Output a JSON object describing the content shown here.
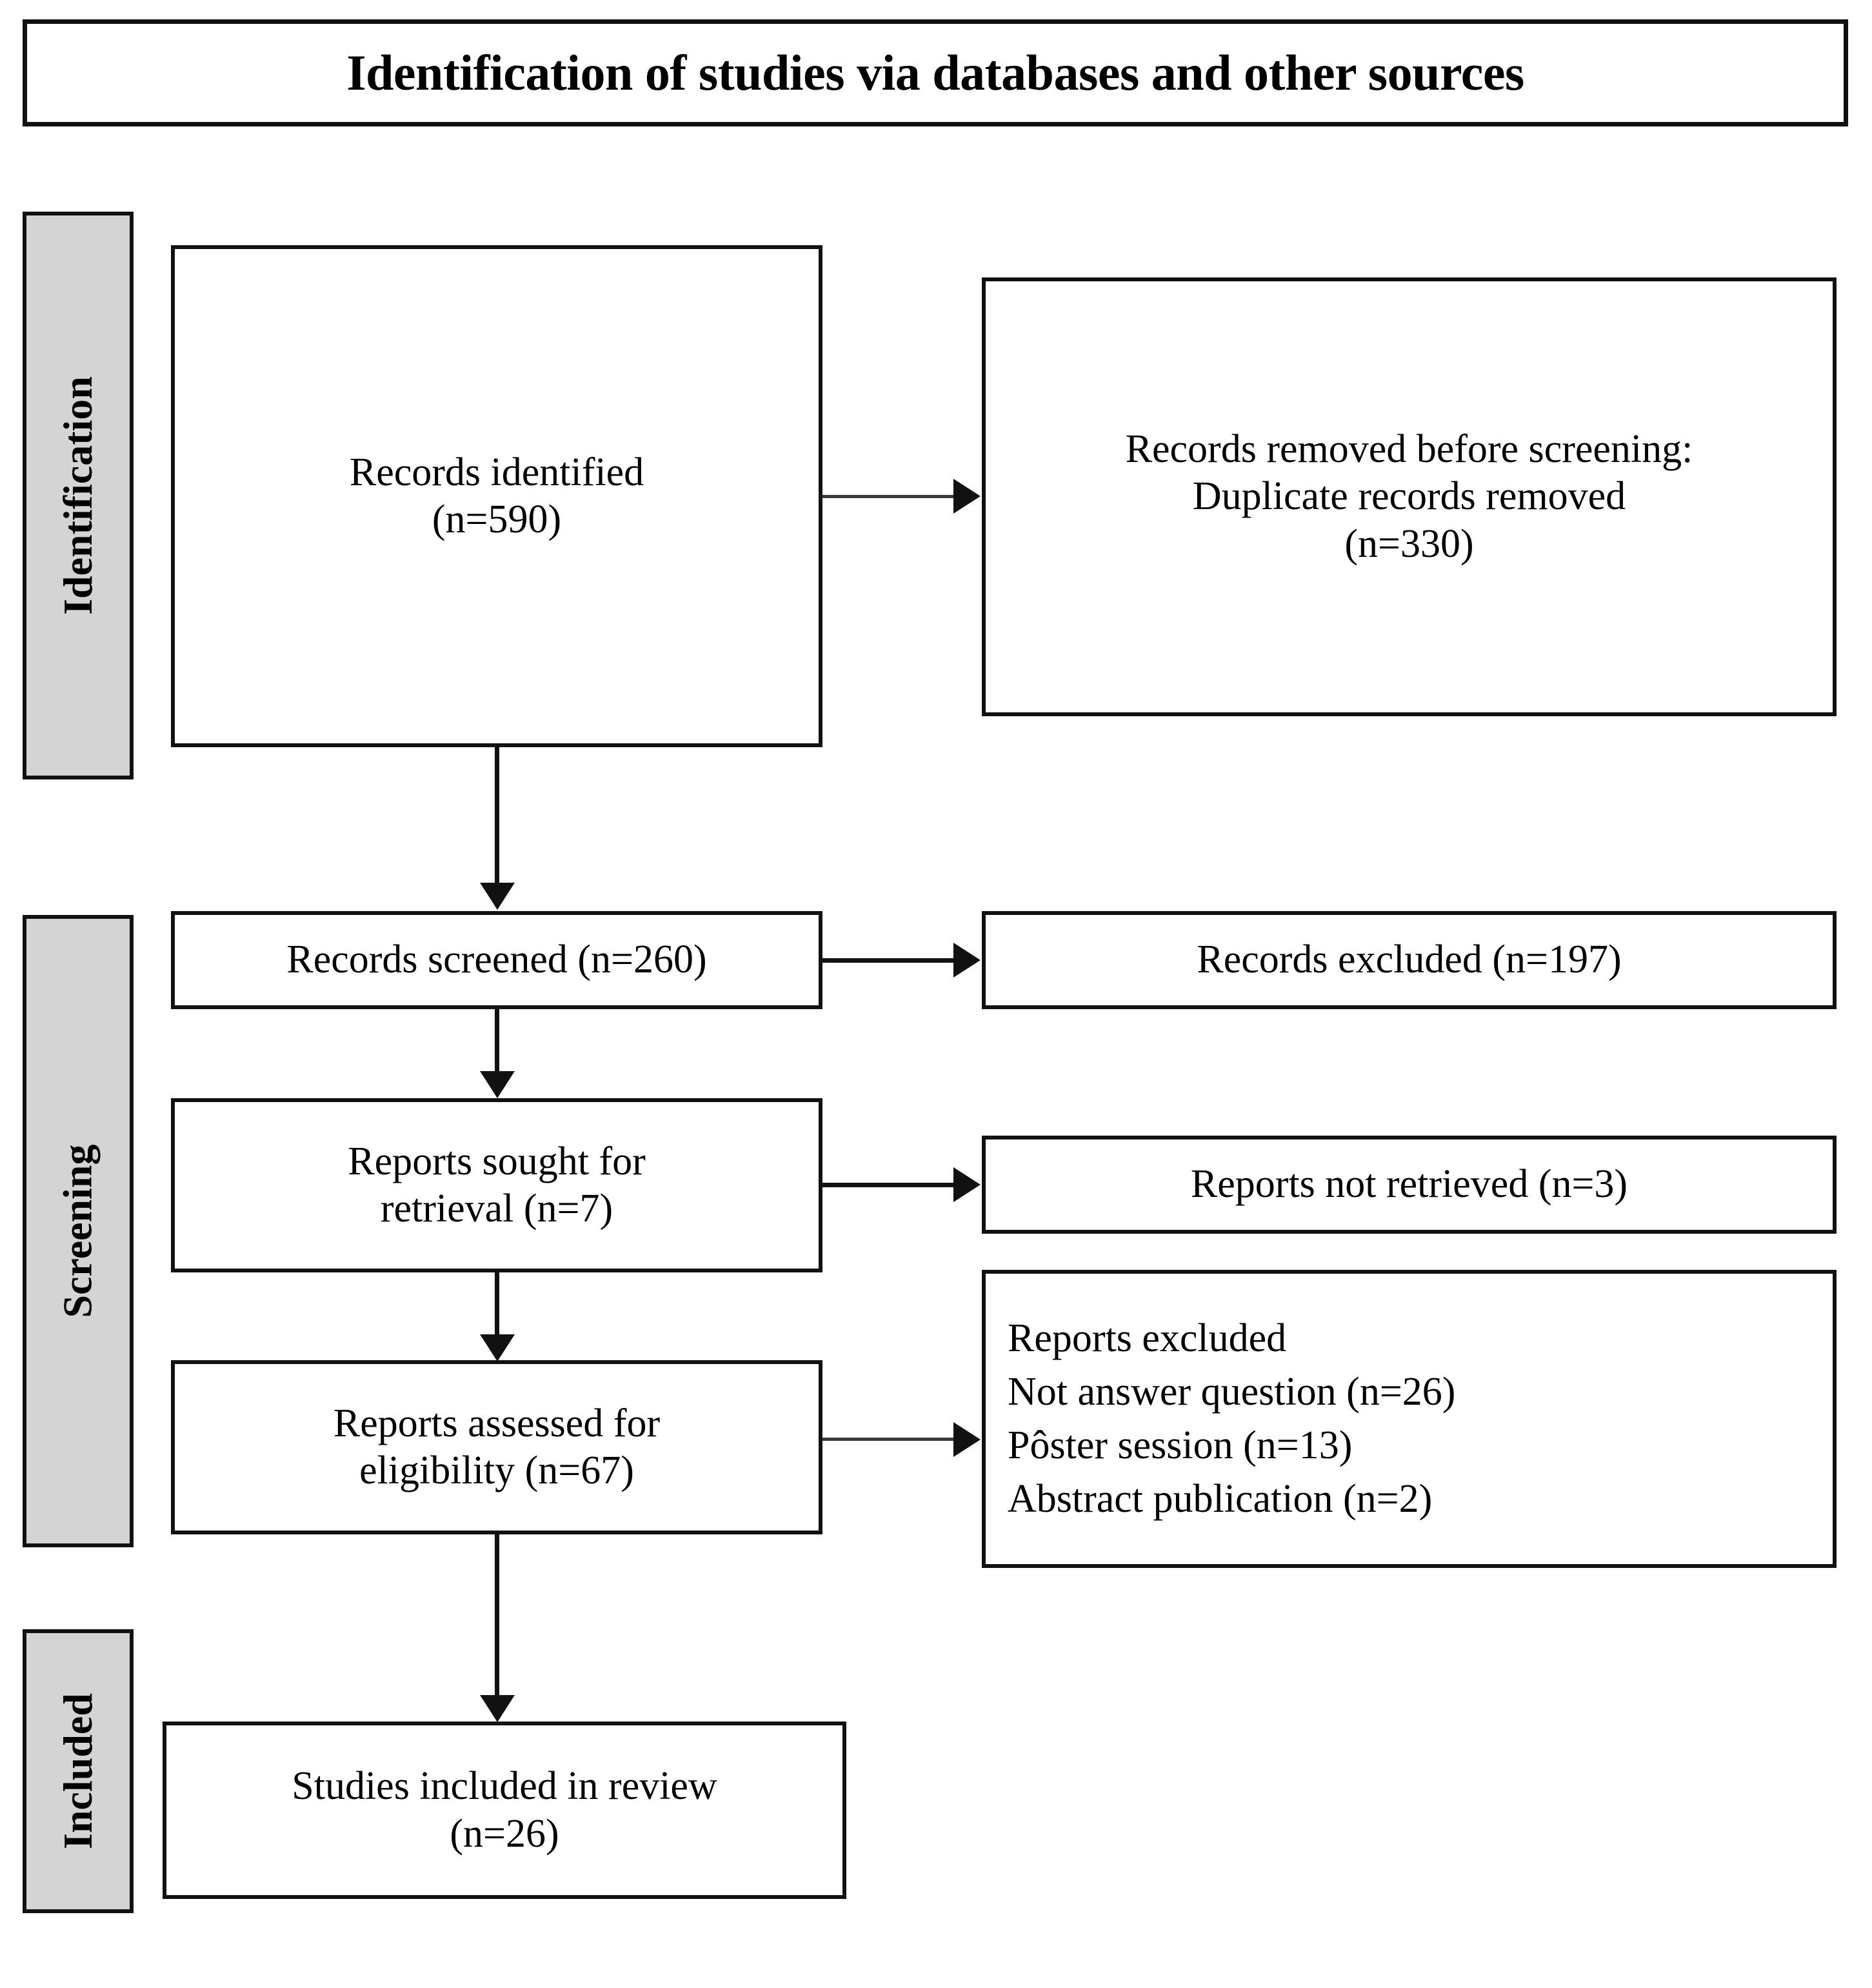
{
  "diagram": {
    "title": "Identification of studies via databases and other sources",
    "type": "prisma-flow-diagram"
  },
  "stages": [
    {
      "id": "identification",
      "label": "Identification"
    },
    {
      "id": "screening",
      "label": "Screening"
    },
    {
      "id": "included",
      "label": "Included"
    }
  ],
  "boxes": {
    "records_identified": {
      "line1": "Records identified",
      "line2": "(n=590)",
      "count": 590
    },
    "records_removed": {
      "line1": "Records removed before screening:",
      "line2": "Duplicate records removed",
      "line3": "(n=330)",
      "count": 330
    },
    "records_screened": {
      "line1": "Records screened (n=260)",
      "count": 260
    },
    "records_excluded": {
      "line1": "Records excluded (n=197)",
      "count": 197
    },
    "reports_sought": {
      "line1": "Reports sought for",
      "line2": "retrieval (n=7)",
      "count": 7
    },
    "reports_not_retrieved": {
      "line1": "Reports not retrieved (n=3)",
      "count": 3
    },
    "reports_assessed": {
      "line1": "Reports assessed for",
      "line2": "eligibility (n=67)",
      "count": 67
    },
    "reports_excluded": {
      "heading": "Reports excluded",
      "reason1": "Not answer question (n=26)",
      "reason2": "Pôster session (n=13)",
      "reason3": "Abstract publication (n=2)",
      "counts": [
        26,
        13,
        2
      ]
    },
    "studies_included": {
      "line1": "Studies included in review",
      "line2": "(n=26)",
      "count": 26
    }
  },
  "colors": {
    "stroke": "#111111",
    "stage_fill": "#d4d4d4",
    "box_fill": "#ffffff",
    "text": "#000000"
  }
}
